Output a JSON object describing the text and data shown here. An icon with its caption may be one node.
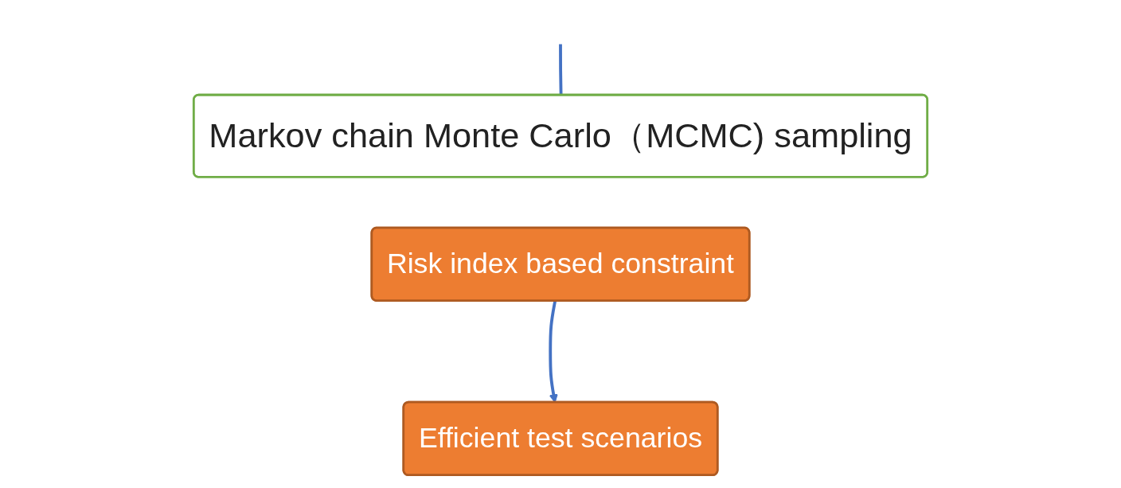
{
  "diagram": {
    "nodes": [
      {
        "text": [
          "Markov chain Monte Carlo（MCMC) sampling"
        ]
      },
      {
        "text": [
          "Risk index based constraint"
        ]
      },
      {
        "text": [
          "Efficient test scenarios"
        ]
      }
    ],
    "edges": [
      {
        "from": null,
        "to": 0,
        "arrow": "none",
        "color": "#4472c4"
      },
      {
        "from": 1,
        "to": 2,
        "arrow": "to",
        "color": "#4472c4"
      }
    ]
  }
}
